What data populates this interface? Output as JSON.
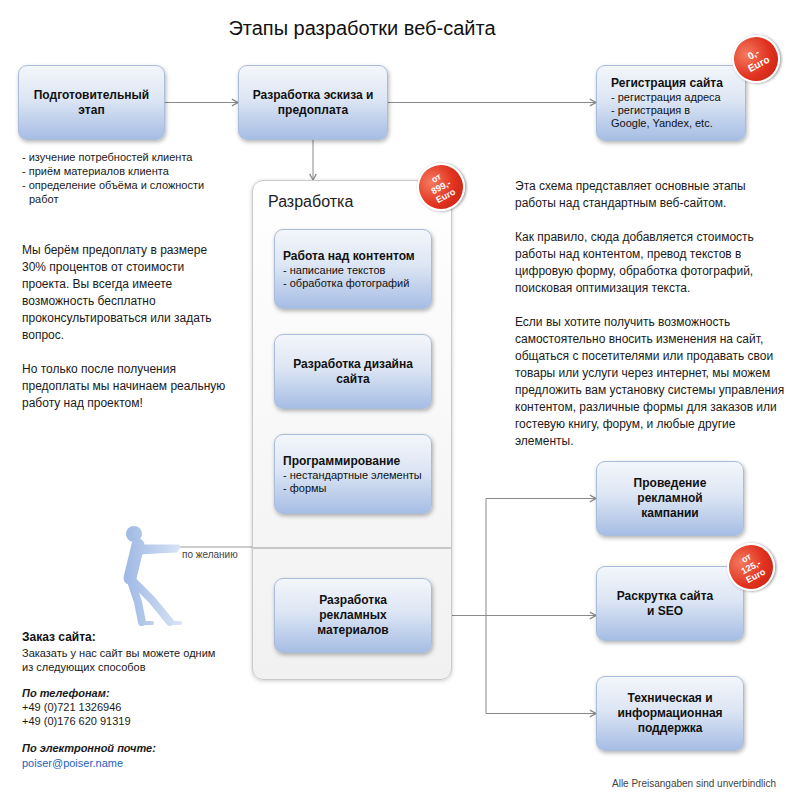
{
  "diagram": {
    "title": "Этапы разработки веб-сайта",
    "nodes": [
      {
        "text": [
          "Подготовительный этап"
        ]
      },
      {
        "text": [
          "Разработка эскиза и предоплата"
        ]
      },
      {
        "text": [
          "Регистрация сайта",
          "- регистрация адреса",
          "- регистрация в Google, Yandex, etc."
        ]
      },
      {
        "text": [
          "0,- Euro"
        ],
        "in": 2
      },
      {
        "text": [
          "Разработка"
        ]
      },
      {
        "text": [
          "от 899,- Euro"
        ],
        "in": 4
      },
      {
        "text": [
          "Работа над контентом",
          "- написание текстов",
          "- обработка фотографий"
        ],
        "in": 4
      },
      {
        "text": [
          "Разработка дизайна сайта"
        ],
        "in": 4
      },
      {
        "text": [
          "Программирование",
          "- нестандартные элементы",
          "- формы"
        ],
        "in": 4
      },
      {
        "text": [
          "Разработка рекламных материалов"
        ],
        "in": 4
      },
      {
        "text": [
          "Проведение рекламной кампании"
        ]
      },
      {
        "text": [
          "Раскрутка сайта и SEO"
        ]
      },
      {
        "text": [
          "от 125,- Euro"
        ],
        "in": 11
      },
      {
        "text": [
          "Техническая и информационная поддержка"
        ]
      }
    ],
    "edges": [
      {
        "from": 0,
        "to": 1,
        "arrow": "to"
      },
      {
        "from": 1,
        "to": 2,
        "arrow": "to"
      },
      {
        "from": 1,
        "to": 4,
        "arrow": "to"
      },
      {
        "from": 9,
        "to": 10,
        "arrow": "to"
      },
      {
        "from": 9,
        "to": 11,
        "arrow": "to"
      },
      {
        "from": 9,
        "to": 13,
        "arrow": "to"
      }
    ],
    "labels": [
      "- изучение потребностей клиента",
      "- приём материалов клиента",
      "- определение объёма и сложности работ",
      "Мы берём предоплату в размере 30% процентов от стоимости проекта. Вы всегда имеете возможность бесплатно проконсультироваться или задать вопрос.",
      "Но только после получения предоплаты мы начинаем реальную работу над проектом!",
      "Эта схема представляет основные этапы работы над стандартным веб-сайтом.",
      "Как правило, сюда добавляется стоимость работы над контентом, превод текстов в цифровую форму, обработка фотографий, поисковая оптимизация текста.",
      "Если вы хотите получить возможность самостоятельно вносить изменения на сайт, общаться с посетителями или продавать свои товары или услуги через интернет, мы можем предложить вам установку системы управления контентом, различные формы для заказов или гостевую книгу, форум, и любые другие элементы.",
      "по желанию",
      "Заказ сайта:",
      "Заказать у нас сайт вы можете одним из следующих способов",
      "По телефонам:",
      "+49 (0)721 1326946",
      "+49 (0)176 620 91319",
      "По электронной почте:",
      "poiser@poiser.name",
      "Alle Preisangaben sind unverbindlich"
    ]
  }
}
